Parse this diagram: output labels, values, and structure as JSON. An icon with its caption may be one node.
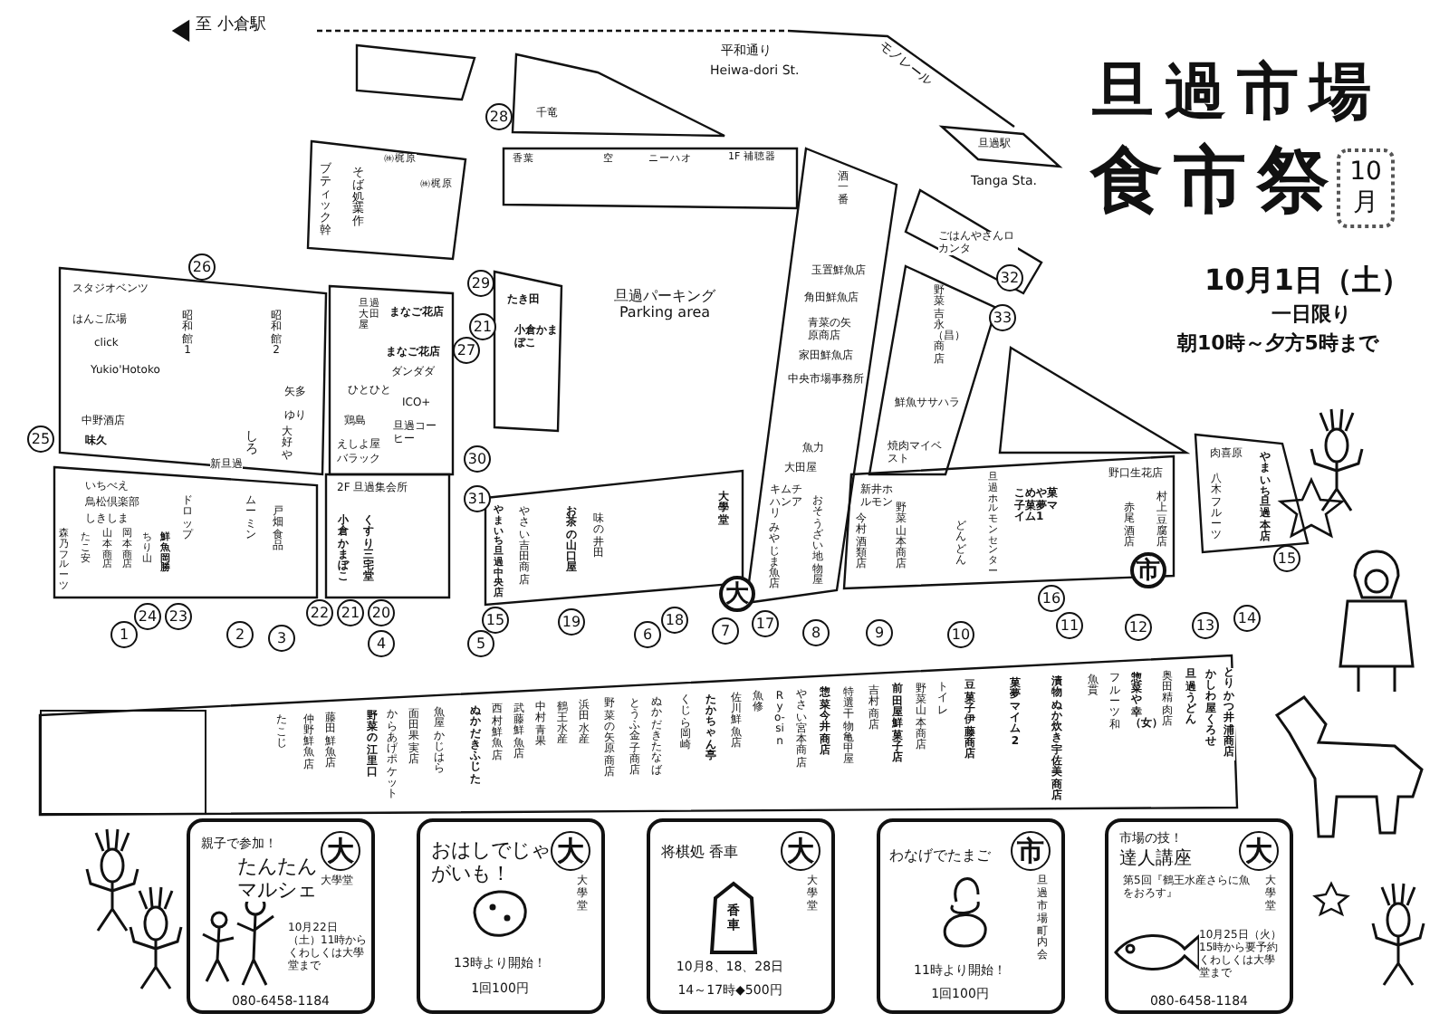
{
  "diagram": {
    "nodes": [
      {
        "text": [
          "親子で参加！",
          "たんたんマルシェ",
          "大",
          "大學堂",
          "10月22日（土）11時からくわしくは大學堂まで",
          "080-6458-1184"
        ]
      },
      {
        "text": [
          "おはしでじゃがいも！",
          "大",
          "大學堂",
          "13時より開始！",
          "1回100円"
        ]
      },
      {
        "text": [
          "将棋処 香車",
          "大",
          "大學堂",
          "香車",
          "10月8、18、28日",
          "14～17時◆500円"
        ]
      },
      {
        "text": [
          "わなげでたまご",
          "市",
          "旦過市場町内会",
          "11時より開始！",
          "1回100円"
        ]
      },
      {
        "text": [
          "市場の技！",
          "達人講座",
          "大",
          "大學堂",
          "第5回『鶴王水産さらに魚をおろす』",
          "10月25日（火）15時から要予約くわしくは大學堂まで",
          "080-6458-1184"
        ]
      },
      {
        "text": [
          "10月"
        ]
      },
      {
        "text": [],
        "shape": "box"
      },
      {
        "text": [
          "大"
        ]
      },
      {
        "text": [
          "市"
        ]
      },
      {
        "text": [
          "1"
        ]
      },
      {
        "text": [
          "2"
        ]
      },
      {
        "text": [
          "3"
        ]
      },
      {
        "text": [
          "4"
        ]
      },
      {
        "text": [
          "5"
        ]
      },
      {
        "text": [
          "6"
        ]
      },
      {
        "text": [
          "7"
        ]
      },
      {
        "text": [
          "8"
        ]
      },
      {
        "text": [
          "9"
        ]
      },
      {
        "text": [
          "10"
        ]
      },
      {
        "text": [
          "11"
        ]
      },
      {
        "text": [
          "12"
        ]
      },
      {
        "text": [
          "13"
        ]
      },
      {
        "text": [
          "14"
        ]
      },
      {
        "text": [
          "15"
        ]
      },
      {
        "text": [
          "15"
        ]
      },
      {
        "text": [
          "16"
        ]
      },
      {
        "text": [
          "17"
        ]
      },
      {
        "text": [
          "18"
        ]
      },
      {
        "text": [
          "19"
        ]
      },
      {
        "text": [
          "20"
        ]
      },
      {
        "text": [
          "21"
        ]
      },
      {
        "text": [
          "22"
        ]
      },
      {
        "text": [
          "23"
        ]
      },
      {
        "text": [
          "24"
        ]
      },
      {
        "text": [
          "25"
        ]
      },
      {
        "text": [
          "26"
        ]
      },
      {
        "text": [
          "27"
        ]
      },
      {
        "text": [
          "28"
        ]
      },
      {
        "text": [
          "29"
        ]
      },
      {
        "text": [
          "21"
        ]
      },
      {
        "text": [
          "30"
        ]
      },
      {
        "text": [
          "31"
        ]
      },
      {
        "text": [
          "32"
        ]
      },
      {
        "text": [
          "33"
        ]
      }
    ],
    "labels": [
      "至 小倉駅",
      "モノレール",
      "平和通り",
      "Heiwa-dori St.",
      "旦過駅",
      "Tanga Sta.",
      "ブティック幹",
      "そば処葉作",
      "㈱梶原",
      "㈱梶原",
      "千竜",
      "香葉",
      "空",
      "ニーハオ",
      "1F 補聴器",
      "酒一番",
      "旦過パーキング Parking area",
      "ごはんやさんロカンタ",
      "玉置鮮魚店",
      "角田鮮魚店",
      "青菜の矢原商店",
      "家田鮮魚店",
      "中央市場事務所",
      "野菜吉永（昌）商店",
      "鮮魚ササハラ",
      "焼肉マイベスト",
      "魚力",
      "大田屋",
      "キムチハンアリ",
      "みやじま魚店",
      "おそうざい地物屋",
      "スタジオベンツ",
      "はんこ広場",
      "click",
      "Yukio'Hotoko",
      "中野酒店",
      "味久",
      "昭和館1",
      "昭和館2",
      "旦過大田屋",
      "まなご花店",
      "まなご花店",
      "たき田",
      "小倉かまぼこ",
      "ひとひと",
      "ダンダダ",
      "ICO+",
      "鶏島",
      "旦過コーヒー",
      "矢多",
      "ゆり",
      "しろ",
      "大好や",
      "えしよ屋",
      "バラック",
      "2F 旦過集会所",
      "新旦過",
      "いちべえ",
      "鳥松倶楽部",
      "しきしま",
      "森乃フルーツ",
      "たこ安",
      "山本商店",
      "岡本商店",
      "ちり山",
      "鮮魚岡勝",
      "ドロップ",
      "ムーミン",
      "戸畑食品",
      "小倉かまぼこ",
      "くすり三宅堂",
      "やまいち旦過中央店",
      "やさい吉田商店",
      "お茶の山口屋",
      "味の井田",
      "大學堂",
      "新井ホルモン",
      "今村酒類店",
      "野菜山本商店",
      "どんどん",
      "旦過ホルモンセンター",
      "こめや菓子菓夢マイム1",
      "赤尾酒店",
      "野口生花店",
      "村上豆腐店",
      "八木フルーツ",
      "肉喜原",
      "やまいち旦過本店",
      "たこじ",
      "仲野鮮魚店",
      "藤田鮮魚店",
      "野菜の江里口",
      "からあげポケット",
      "面田果実店",
      "魚屋かじはら",
      "ぬかだきふじた",
      "西村鮮魚店",
      "武藤鮮魚店",
      "中村青果",
      "鶴王水産",
      "浜田水産",
      "野菜の矢原商店",
      "とうふ金子商店",
      "ぬかだきたなば",
      "くじら岡崎",
      "たかちゃん亭",
      "佐川鮮魚店",
      "魚修",
      "Ryo-sin",
      "やさい宮本商店",
      "惣菜今井商店",
      "特選干物亀甲屋",
      "吉村商店",
      "前田屋鮮菓子店",
      "野菜山本商店",
      "トイレ",
      "豆菓子伊藤商店",
      "菓夢マイム2",
      "漬物ぬか炊き宇佐美商店",
      "魚貫",
      "フルーツ和",
      "惣菜や幸（女）",
      "奥田精肉店",
      "旦過うどん",
      "かしわ屋くろせ",
      "とりかつ井浦商店",
      "旦過市場",
      "食市祭",
      "10月1日（土）",
      "一日限り",
      "朝10時～夕方5時まで"
    ]
  }
}
